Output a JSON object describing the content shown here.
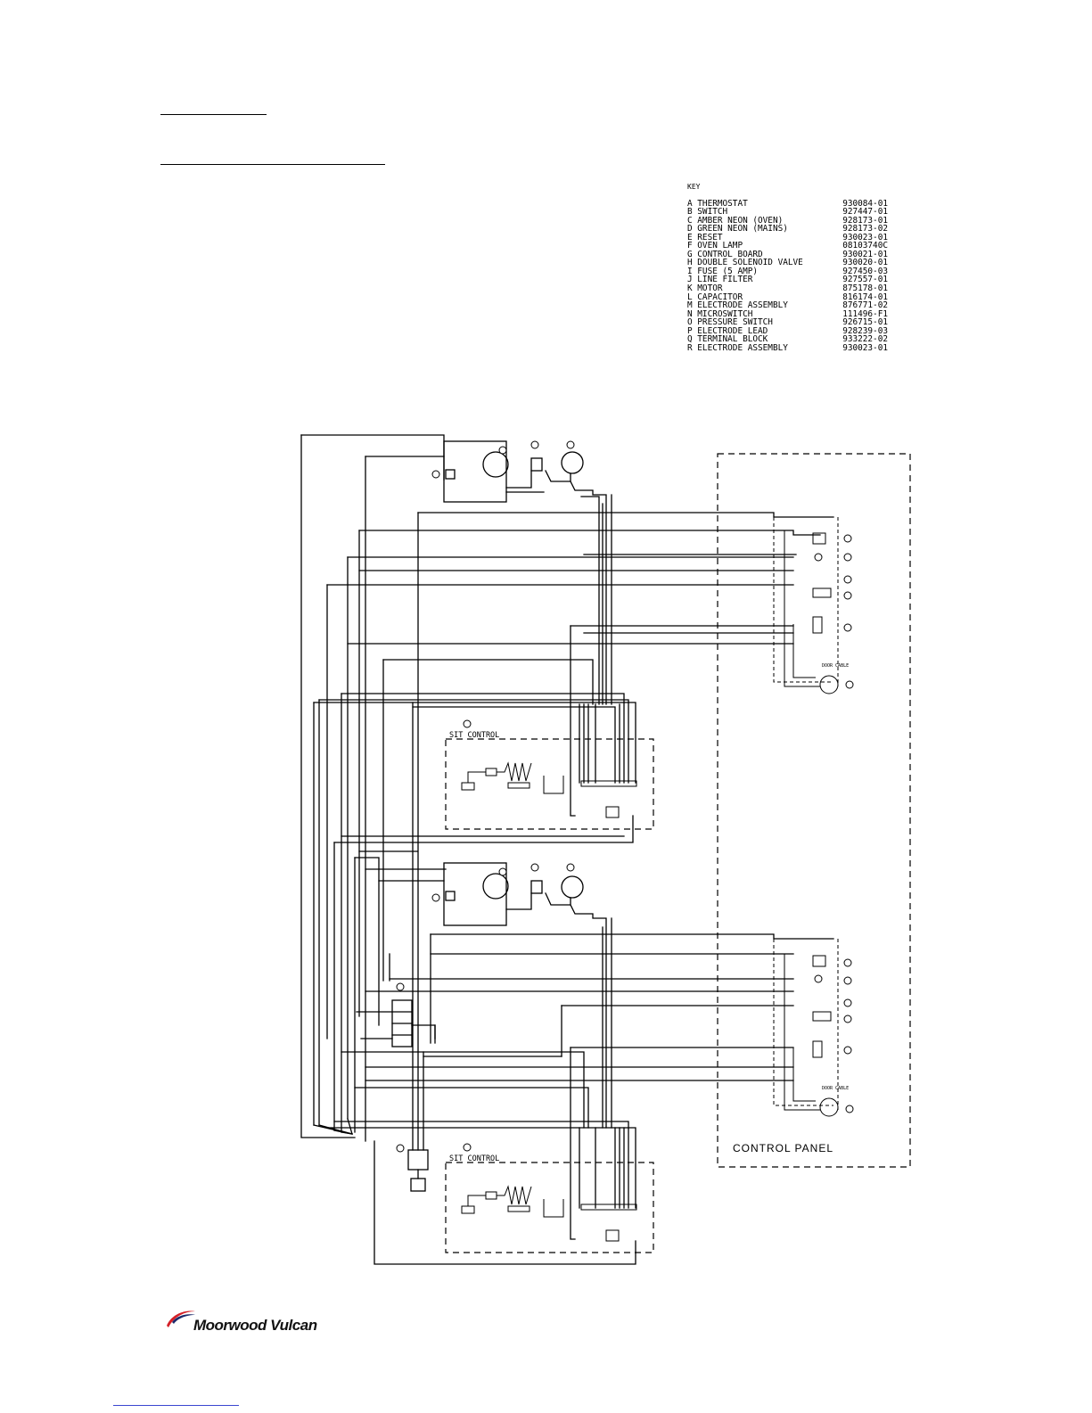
{
  "page": {
    "background": "#ffffff",
    "ink": "#000000"
  },
  "key": {
    "title": "KEY",
    "items": [
      {
        "label": "A THERMOSTAT",
        "part": "930084-01"
      },
      {
        "label": "B SWITCH",
        "part": "927447-01"
      },
      {
        "label": "C AMBER NEON (OVEN)",
        "part": "928173-01"
      },
      {
        "label": "D GREEN NEON (MAINS)",
        "part": "928173-02"
      },
      {
        "label": "E RESET",
        "part": "930023-01"
      },
      {
        "label": "F OVEN LAMP",
        "part": "08103740C"
      },
      {
        "label": "G CONTROL BOARD",
        "part": "930021-01"
      },
      {
        "label": "H DOUBLE SOLENOID VALVE",
        "part": "930020-01"
      },
      {
        "label": "I FUSE (5 AMP)",
        "part": "927450-03"
      },
      {
        "label": "J LINE FILTER",
        "part": "927557-01"
      },
      {
        "label": "K MOTOR",
        "part": "875178-01"
      },
      {
        "label": "L CAPACITOR",
        "part": "816174-01"
      },
      {
        "label": "M ELECTRODE ASSEMBLY",
        "part": "876771-02"
      },
      {
        "label": "N MICROSWITCH",
        "part": "111496-F1"
      },
      {
        "label": "O PRESSURE SWITCH",
        "part": "926715-01"
      },
      {
        "label": "P ELECTRODE LEAD",
        "part": "928239-03"
      },
      {
        "label": "Q TERMINAL BLOCK",
        "part": "933222-02"
      },
      {
        "label": "R ELECTRODE ASSEMBLY",
        "part": "930023-01"
      }
    ]
  },
  "diagram": {
    "sit_control_label": "SIT CONTROL",
    "control_panel_label": "CONTROL PANEL",
    "door_cable_label": "DOOR CABLE"
  },
  "logo": {
    "text": "Moorwood Vulcan",
    "swoosh_color": "#d42027"
  },
  "footer": {
    "link_color": "#3b46d1"
  }
}
